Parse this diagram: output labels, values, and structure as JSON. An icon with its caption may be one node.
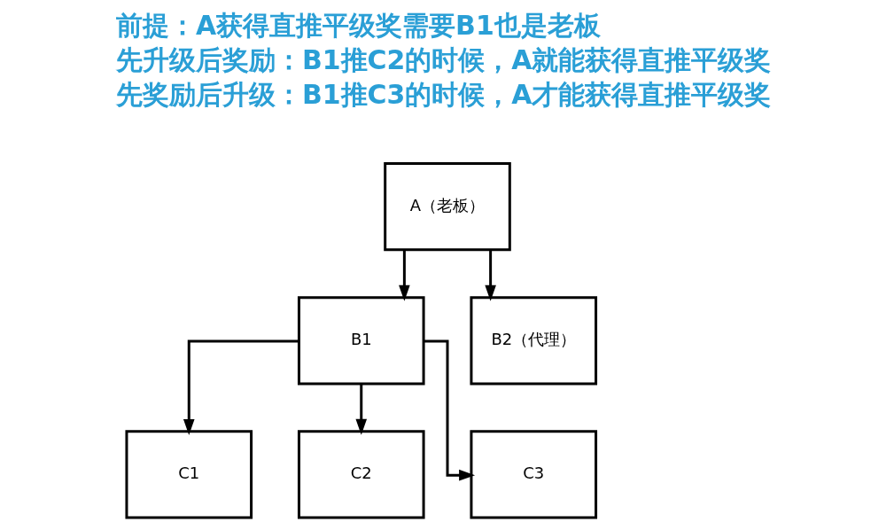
{
  "diagram": {
    "nodes": [
      {
        "text": [
          "A（老板）"
        ]
      },
      {
        "text": [
          "B1"
        ]
      },
      {
        "text": [
          "B2（代理）"
        ]
      },
      {
        "text": [
          "C1"
        ]
      },
      {
        "text": [
          "C2"
        ]
      },
      {
        "text": [
          "C3"
        ]
      }
    ],
    "edges": [
      {
        "from": 0,
        "to": 1,
        "arrow": "to"
      },
      {
        "from": 0,
        "to": 2,
        "arrow": "to"
      },
      {
        "from": 1,
        "to": 3,
        "arrow": "to"
      },
      {
        "from": 1,
        "to": 4,
        "arrow": "to"
      },
      {
        "from": 1,
        "to": 5,
        "arrow": "to"
      }
    ],
    "labels": [
      "前提：A获得直推平级奖需要B1也是老板",
      "先升级后奖励：B1推C2的时候，A就能获得直推平级奖",
      "先奖励后升级：B1推C3的时候，A才能获得直推平级奖"
    ]
  }
}
